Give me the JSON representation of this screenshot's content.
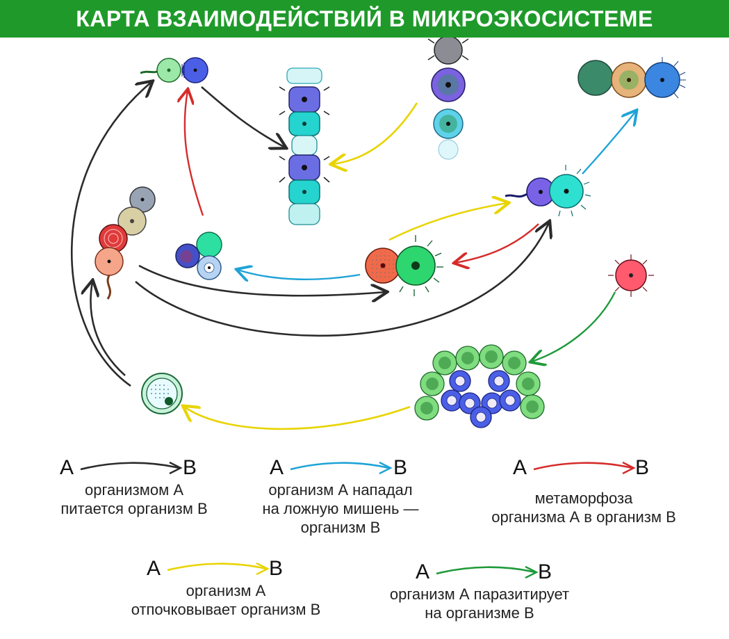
{
  "title": "КАРТА ВЗАИМОДЕЙСТВИЙ В МИКРОЭКОСИСТЕМЕ",
  "colors": {
    "title_bg": "#1f9a2a",
    "feeds": "#2b2b2b",
    "decoy": "#1ea3d6",
    "metamorphosis": "#d62b2b",
    "budding": "#f2e21a",
    "parasite": "#1f9a3a"
  },
  "legend": [
    {
      "a": "A",
      "b": "B",
      "color_key": "feeds",
      "lines": [
        "организмом А",
        "питается организм В"
      ]
    },
    {
      "a": "A",
      "b": "B",
      "color_key": "decoy",
      "lines": [
        "организм А нападал",
        "на ложную мишень —",
        "организм В"
      ]
    },
    {
      "a": "A",
      "b": "B",
      "color_key": "metamorphosis",
      "lines": [
        "метаморфоза",
        "организма А в организм В"
      ]
    },
    {
      "a": "A",
      "b": "B",
      "color_key": "budding",
      "lines": [
        "организм А",
        "отпочковывает организм В"
      ]
    },
    {
      "a": "A",
      "b": "B",
      "color_key": "parasite",
      "lines": [
        "организм А паразитирует",
        "на организме В"
      ]
    }
  ]
}
